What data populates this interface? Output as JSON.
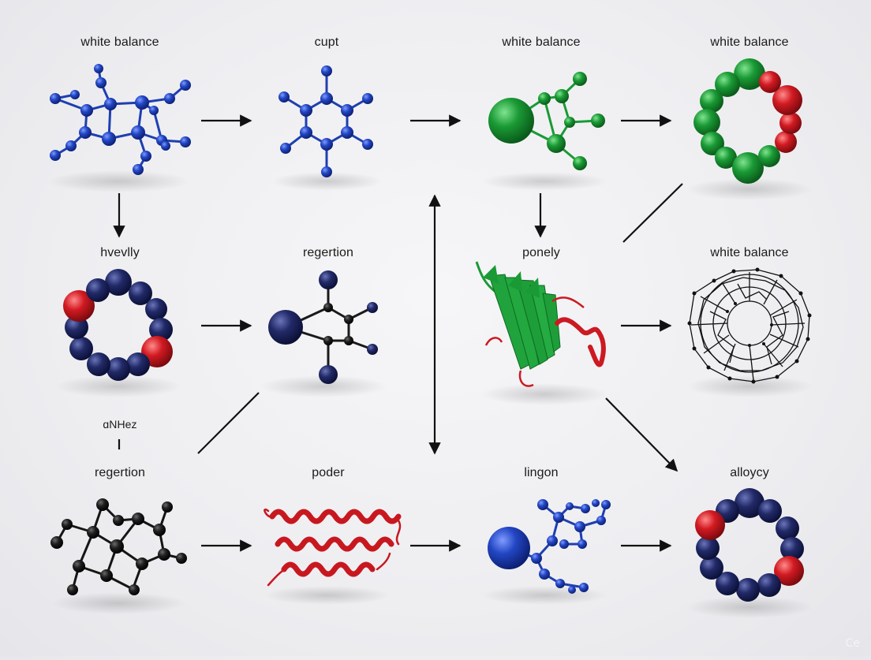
{
  "labels": {
    "r1c1": "white balance",
    "r1c2": "cupt",
    "r1c3": "white balance",
    "r1c4": "white balance",
    "r2c1": "hvevlly",
    "r2c2": "regertion",
    "r2c3": "ponely",
    "r2c4": "white balance",
    "side": "ɑNHez",
    "r3c1": "regertion",
    "r3c2": "poder",
    "r3c3": "lingon",
    "r3c4": "alloycy"
  },
  "watermark": "Ce",
  "colors": {
    "blue": "#1f3fb0",
    "green": "#1a9a35",
    "red": "#cc1a22",
    "navy": "#1f2660",
    "black": "#151515",
    "arrow": "#111111"
  }
}
